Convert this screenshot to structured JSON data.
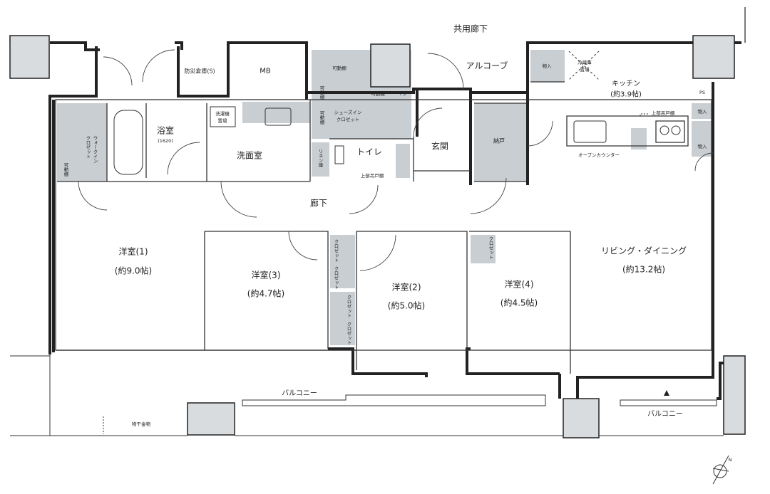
{
  "corridor": "共用廊下",
  "alcove": "アルコーブ",
  "disaster_storage": "防災倉庫(S)",
  "mb": "MB",
  "bathroom": {
    "name": "浴室",
    "size": "(1620)"
  },
  "washroom": "洗面室",
  "washer_space": "洗濯機\n置場",
  "linen": "リネン庫",
  "toilet": "トイレ",
  "upper_cabinet": "上部吊戸棚",
  "shoes_in_closet": "シューズイン\nクロゼット",
  "movable_shelf": "可動棚",
  "ps": "PS",
  "entrance": "玄関",
  "storage": "納戸",
  "walk_in_closet": "ウォークイン\nクロゼット",
  "hallway": "廊下",
  "kitchen": {
    "name": "キッチン",
    "size": "(約3.9帖)"
  },
  "fridge": "冷蔵庫\n置場",
  "storage_in": "物入",
  "open_counter": "オープンカウンター",
  "rooms": [
    {
      "name": "洋室(1)",
      "size": "(約9.0帖)"
    },
    {
      "name": "洋室(3)",
      "size": "(約4.7帖)"
    },
    {
      "name": "洋室(2)",
      "size": "(約5.0帖)"
    },
    {
      "name": "洋室(4)",
      "size": "(約4.5帖)"
    },
    {
      "name": "リビング・ダイニング",
      "size": "(約13.2帖)"
    }
  ],
  "closet": "クロゼット",
  "balcony": "バルコニー",
  "drying_hardware": "物干金物",
  "north": "N"
}
